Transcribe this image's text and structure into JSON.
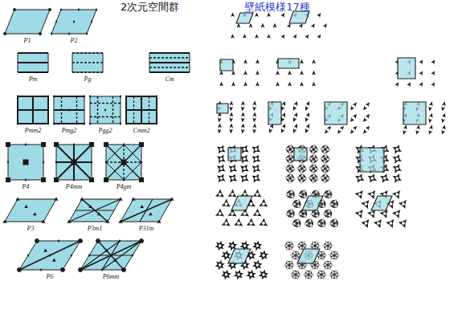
{
  "diagram": {
    "title": "2次元空間群",
    "labels": [
      "壁紙模様17種",
      "P1",
      "P2",
      "Pm",
      "Pg",
      "Cm",
      "Pmm2",
      "Pmg2",
      "Pgg2",
      "Cmm2",
      "P4",
      "P4mm",
      "P4gm",
      "P3",
      "P3m1",
      "P31m",
      "P6",
      "P6mm"
    ]
  }
}
